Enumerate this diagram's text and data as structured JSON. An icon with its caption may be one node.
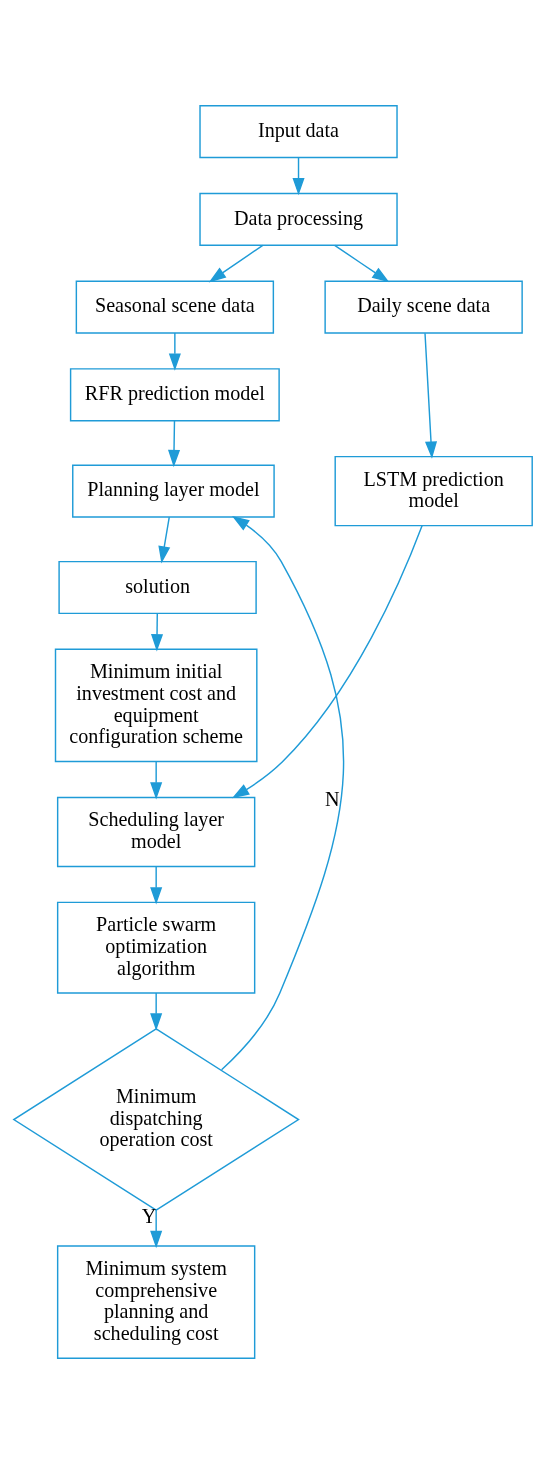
{
  "diagram": {
    "nodes": [
      {
        "text": [
          "Input data"
        ]
      },
      {
        "text": [
          "Data processing"
        ]
      },
      {
        "text": [
          "Seasonal scene data"
        ]
      },
      {
        "text": [
          "Daily scene data"
        ]
      },
      {
        "text": [
          "RFR prediction model"
        ]
      },
      {
        "text": [
          "LSTM prediction model"
        ]
      },
      {
        "text": [
          "Planning layer model"
        ]
      },
      {
        "text": [
          "solution"
        ]
      },
      {
        "text": [
          "Minimum initial investment cost and equipment configuration scheme"
        ]
      },
      {
        "text": [
          "Scheduling layer model"
        ]
      },
      {
        "text": [
          "Particle swarm optimization algorithm"
        ]
      },
      {
        "text": [
          "Minimum dispatching operation cost"
        ]
      },
      {
        "text": [
          "Minimum system comprehensive planning and scheduling cost"
        ]
      }
    ],
    "edges": [
      {
        "from": 0,
        "to": 1,
        "arrow": "to"
      },
      {
        "from": 1,
        "to": 2,
        "arrow": "to"
      },
      {
        "from": 1,
        "to": 3,
        "arrow": "to"
      },
      {
        "from": 2,
        "to": 4,
        "arrow": "to"
      },
      {
        "from": 3,
        "to": 5,
        "arrow": "to"
      },
      {
        "from": 4,
        "to": 6,
        "arrow": "to"
      },
      {
        "from": 5,
        "to": 9,
        "arrow": "to"
      },
      {
        "from": 6,
        "to": 7,
        "arrow": "to"
      },
      {
        "from": 7,
        "to": 8,
        "arrow": "to"
      },
      {
        "from": 8,
        "to": 9,
        "arrow": "to"
      },
      {
        "from": 9,
        "to": 10,
        "arrow": "to"
      },
      {
        "from": 10,
        "to": 11,
        "arrow": "to"
      },
      {
        "from": 11,
        "to": 6,
        "arrow": "to",
        "label": "N"
      },
      {
        "from": 11,
        "to": 12,
        "arrow": "to",
        "label": "Y"
      }
    ]
  }
}
